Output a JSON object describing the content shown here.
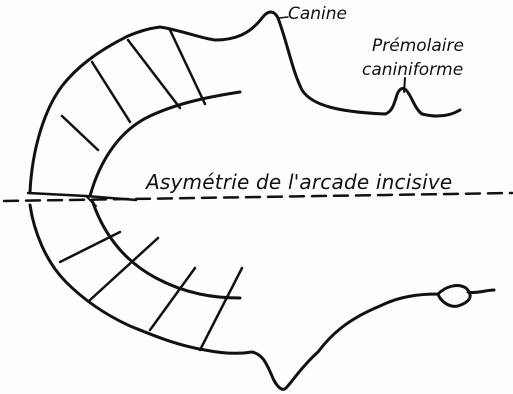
{
  "labels": {
    "canine": "Canine",
    "premolaire": "Prémolaire",
    "caniniforme": "caniniforme",
    "asymetrie": "Asymétrie de l'arcade incisive"
  },
  "colors": {
    "ink": "#111111",
    "background": "#fdfdfb"
  }
}
